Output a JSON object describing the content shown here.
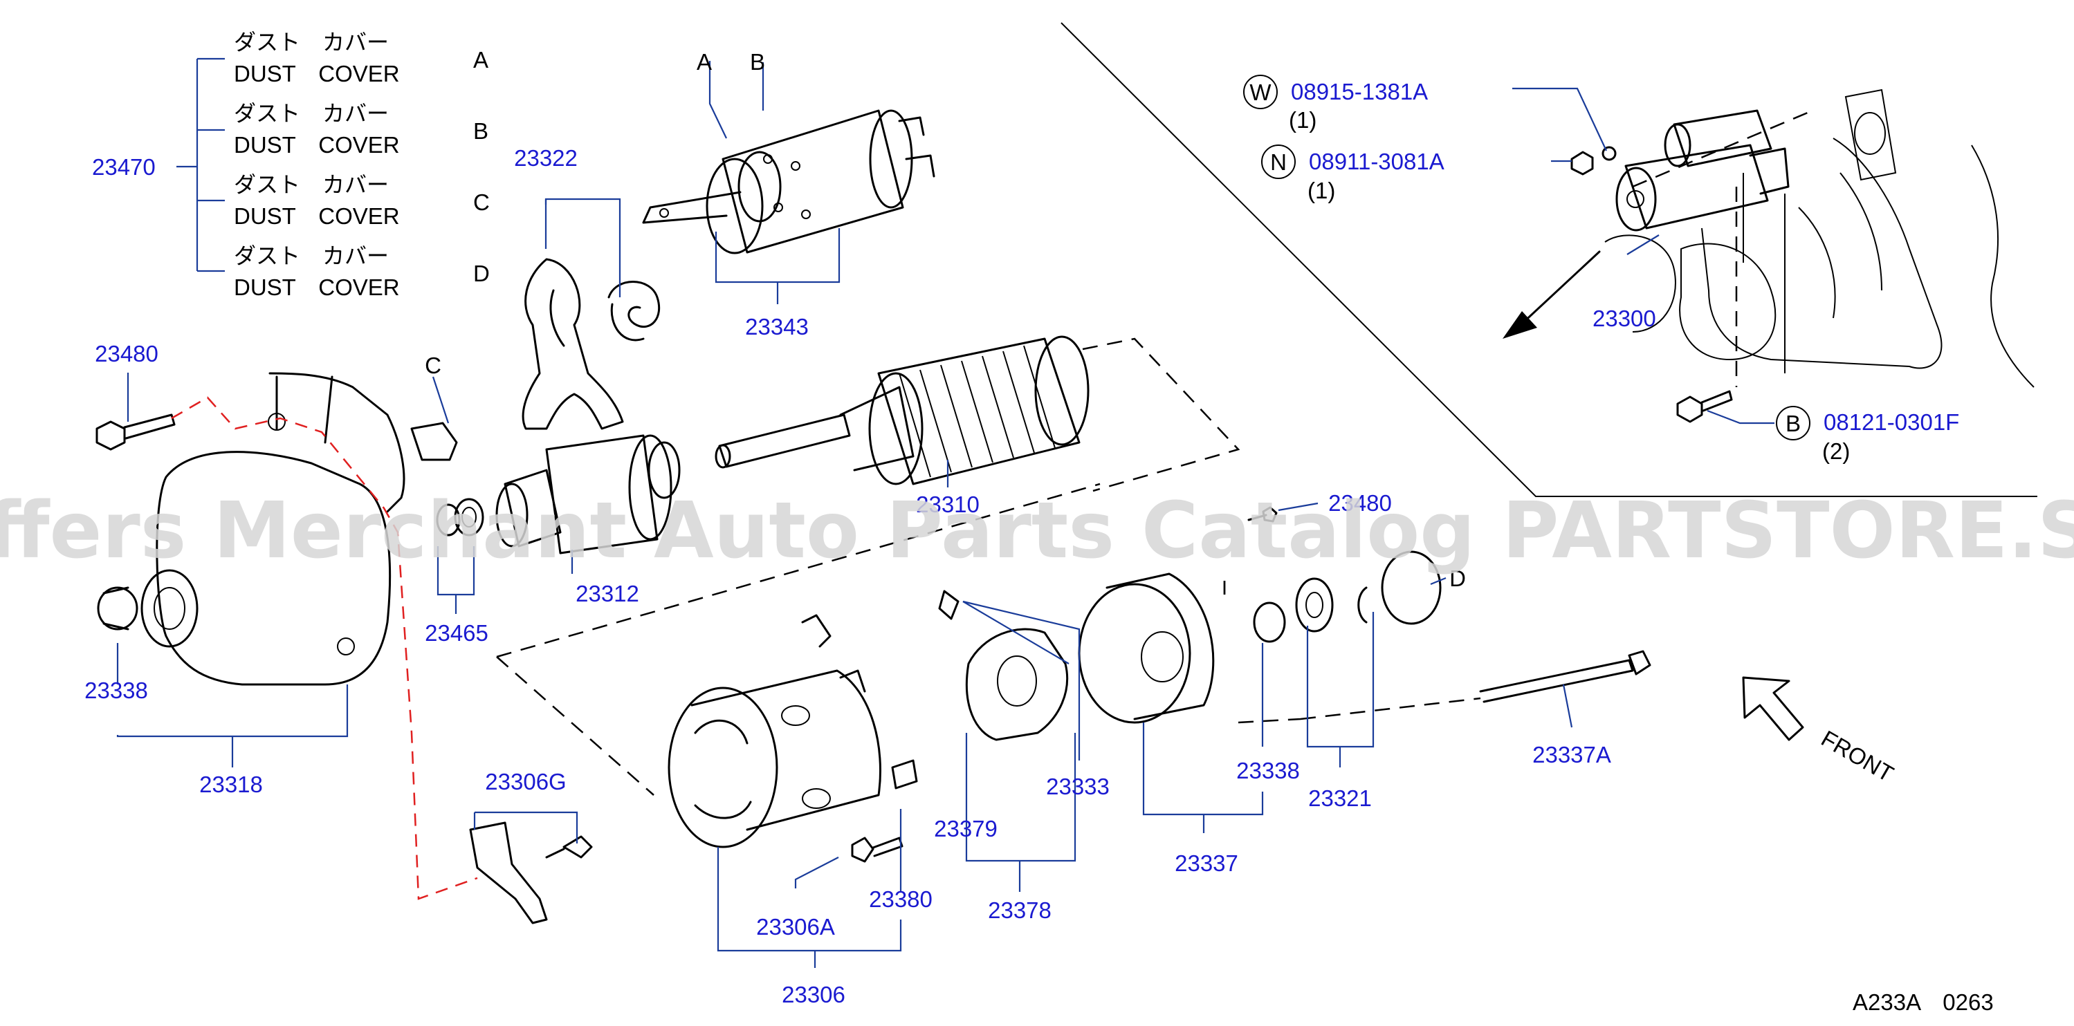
{
  "legend": {
    "group_number": "23470",
    "rows": [
      {
        "jp": "ダスト　カバー",
        "en": "DUST　COVER",
        "letter": "A"
      },
      {
        "jp": "ダスト　カバー",
        "en": "DUST　COVER",
        "letter": "B"
      },
      {
        "jp": "ダスト　カバー",
        "en": "DUST　COVER",
        "letter": "C"
      },
      {
        "jp": "ダスト　カバー",
        "en": "DUST　COVER",
        "letter": "D"
      }
    ]
  },
  "callouts": {
    "p23322": "23322",
    "letter_a": "A",
    "letter_b": "B",
    "p23343": "23343",
    "p23480_top": "23480",
    "letter_c": "C",
    "p23310": "23310",
    "p23338_left": "23338",
    "p23465": "23465",
    "p23312": "23312",
    "p23318": "23318",
    "p23480_mid": "23480",
    "letter_d": "D",
    "p23306g": "23306G",
    "p23333": "23333",
    "p23379": "23379",
    "p23378": "23378",
    "p23338_right": "23338",
    "p23321": "23321",
    "p23337": "23337",
    "p23337a": "23337A",
    "p23380": "23380",
    "p23306a": "23306A",
    "p23306": "23306"
  },
  "inset": {
    "w_symbol": "W",
    "w_part": "08915-1381A",
    "w_qty": "(1)",
    "n_symbol": "N",
    "n_part": "08911-3081A",
    "n_qty": "(1)",
    "starter": "23300",
    "b_symbol": "B",
    "b_part": "08121-0301F",
    "b_qty": "(2)"
  },
  "front_label": "FRONT",
  "watermark": "Offers Merchant Auto Parts Catalog PARTSTORE.SA",
  "figure_code": "A233A　0263",
  "colors": {
    "part_number": "#1a1ad0",
    "leader": "#1a3c9a",
    "ground_line": "#e02020",
    "watermark": "#d6d6d6"
  }
}
